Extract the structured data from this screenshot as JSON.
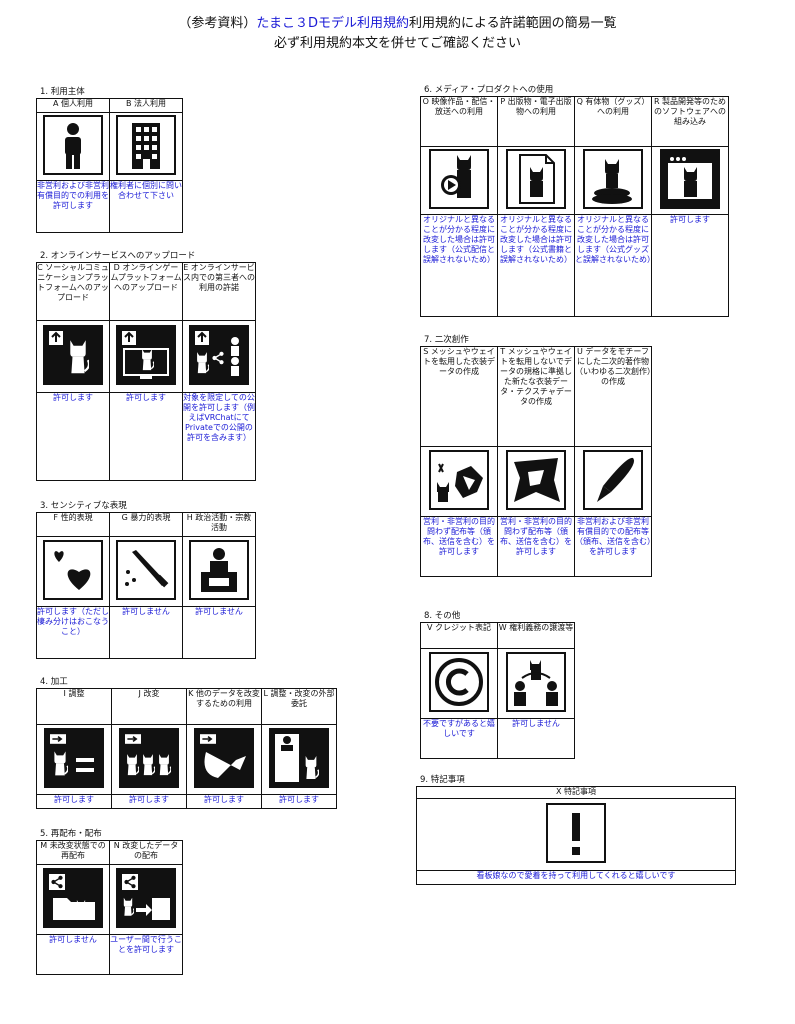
{
  "header": {
    "prefix": "（参考資料）",
    "link": "たまこ３Dモデル利用規約",
    "line1_suffix": "利用規約による許諾範囲の簡易一覧",
    "line2": "必ず利用規約本文を併せてご確認ください"
  },
  "colors": {
    "link": "#1a1ad6",
    "border": "#111111"
  },
  "sections": {
    "s1": {
      "title": "1. 利用主体",
      "cells": [
        {
          "header": "A 個人利用",
          "icon": "person-icon",
          "permission": "非営利および非営利有償目的での利用を許可します"
        },
        {
          "header": "B 法人利用",
          "icon": "building-icon",
          "permission": "権利者に個別に問い合わせて下さい"
        }
      ]
    },
    "s2": {
      "title": "2. オンラインサービスへのアップロード",
      "cells": [
        {
          "header": "C ソーシャルコミュニケーションプラットフォームへのアップロード",
          "icon": "upload-cat-icon",
          "permission": "許可します"
        },
        {
          "header": "D オンラインゲームプラットフォームへのアップロード",
          "icon": "upload-monitor-icon",
          "permission": "許可します"
        },
        {
          "header": "E オンラインサービス内での第三者への利用の許諾",
          "icon": "share-users-icon",
          "permission": "対象を限定しての公開を許可します（例えばVRChatにてPrivateでの公開の許可を含みます）"
        }
      ]
    },
    "s3": {
      "title": "3. センシティブな表現",
      "cells": [
        {
          "header": "F 性的表現",
          "icon": "hearts-icon",
          "permission": "許可します（ただし棲み分けはおこなうこと）"
        },
        {
          "header": "G 暴力的表現",
          "icon": "knife-icon",
          "permission": "許可しません"
        },
        {
          "header": "H 政治活動・宗教活動",
          "icon": "podium-icon",
          "permission": "許可しません"
        }
      ]
    },
    "s4": {
      "title": "4. 加工",
      "cells": [
        {
          "header": "I 調整",
          "icon": "adjust-icon",
          "permission": "許可します"
        },
        {
          "header": "J 改変",
          "icon": "modify-icon",
          "permission": "許可します"
        },
        {
          "header": "K 他のデータを改変するための利用",
          "icon": "other-data-icon",
          "permission": "許可します"
        },
        {
          "header": "L 調整・改変の外部委託",
          "icon": "outsource-icon",
          "permission": "許可します"
        }
      ]
    },
    "s5": {
      "title": "5. 再配布・配布",
      "cells": [
        {
          "header": "M 未改変状態での再配布",
          "icon": "redistribute-icon",
          "permission": "許可しません"
        },
        {
          "header": "N 改変したデータの配布",
          "icon": "distribute-modified-icon",
          "permission": "ユーザー間で行うことを許可します"
        }
      ]
    },
    "s6": {
      "title": "6. メディア・プロダクトへの使用",
      "cells": [
        {
          "header": "O 映像作品・配信・放送への利用",
          "icon": "video-icon",
          "permission": "オリジナルと異なることが分かる程度に改変した場合は許可します（公式配信と誤解されないため）"
        },
        {
          "header": "P 出版物・電子出版物への利用",
          "icon": "publication-icon",
          "permission": "オリジナルと異なることが分かる程度に改変した場合は許可します（公式書籍と誤解されないため）"
        },
        {
          "header": "Q 有体物（グッズ）への利用",
          "icon": "goods-icon",
          "permission": "オリジナルと異なることが分かる程度に改変した場合は許可します（公式グッズと誤解されないため）"
        },
        {
          "header": "R 製品開発等のためのソフトウェアへの組み込み",
          "icon": "software-icon",
          "permission": "許可します"
        }
      ]
    },
    "s7": {
      "title": "7. 二次創作",
      "cells": [
        {
          "header": "S メッシュやウェイトを転用した衣装データの作成",
          "icon": "costume-icon",
          "permission": "営利・非営利の目的問わず配布等（頒布、送信を含む）を許可します"
        },
        {
          "header": "T メッシュやウェイトを転用しないでデータの規格に準拠した新たな衣装データ・テクスチャデータの作成",
          "icon": "new-costume-icon",
          "permission": "営利・非営利の目的問わず配布等（頒布、送信を含む）を許可します"
        },
        {
          "header": "U データをモチーフにした二次的著作物（いわゆる二次創作）の作成",
          "icon": "pen-icon",
          "permission": "非営利および非営利有償目的での配布等（頒布、送信を含む）を許可します"
        }
      ]
    },
    "s8": {
      "title": "8. その他",
      "cells": [
        {
          "header": "V クレジット表記",
          "icon": "copyright-icon",
          "permission": "不要ですがあると嬉しいです"
        },
        {
          "header": "W 権利義務の譲渡等",
          "icon": "transfer-icon",
          "permission": "許可しません"
        }
      ]
    },
    "s9": {
      "title": "9. 特記事項",
      "cells": [
        {
          "header": "X 特記事項",
          "icon": "exclamation-icon",
          "permission": "看板娘なので愛着を持って利用してくれると嬉しいです"
        }
      ]
    }
  }
}
